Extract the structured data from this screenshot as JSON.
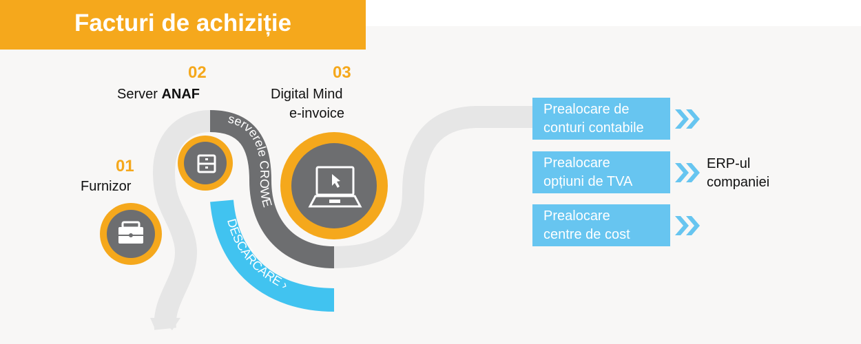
{
  "title": "Facturi de achiziție",
  "colors": {
    "orange": "#f5a81c",
    "dark_gray": "#6d6e70",
    "light_gray": "#e6e6e6",
    "blue": "#41c3f0",
    "box_blue": "#67c5f0"
  },
  "steps": [
    {
      "number": "01",
      "label": "Furnizor",
      "icon": "briefcase-icon"
    },
    {
      "number": "02",
      "label_prefix": "Server ",
      "label_bold": "ANAF",
      "icon": "server-cabinet-icon"
    },
    {
      "number": "03",
      "label_line1": "Digital Mind",
      "label_line2": "e-invoice",
      "icon": "laptop-cursor-icon"
    }
  ],
  "paths": {
    "crowe": "serverele CROWE",
    "download": "DESCĂRCARE ›"
  },
  "boxes": [
    {
      "line1": "Prealocare de",
      "line2": "conturi contabile"
    },
    {
      "line1": "Prealocare",
      "line2": "opțiuni de TVA"
    },
    {
      "line1": "Prealocare",
      "line2": "centre de cost"
    }
  ],
  "erp": {
    "line1": "ERP-ul",
    "line2": "companiei"
  }
}
